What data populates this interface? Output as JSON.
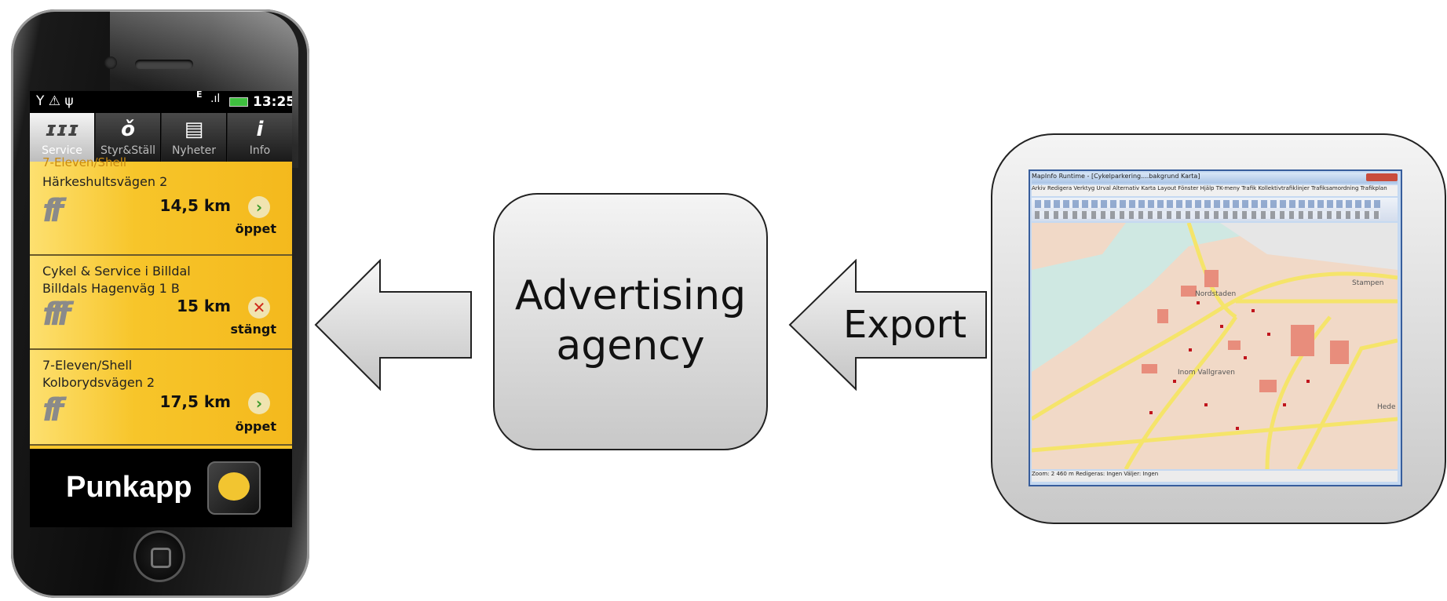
{
  "phone": {
    "status": {
      "time": "13:25",
      "network": "E"
    },
    "tabs": [
      {
        "label": "Service",
        "icon": "tools-icon"
      },
      {
        "label": "Styr&Ställ",
        "icon": "bicycle-icon"
      },
      {
        "label": "Nyheter",
        "icon": "news-icon"
      },
      {
        "label": "Info",
        "icon": "info-icon"
      }
    ],
    "partial_top": "7-Eleven/Shell",
    "items": [
      {
        "line1": "",
        "line2": "Härkeshultsvägen 2",
        "distance": "14,5 km",
        "status": "öppet",
        "status_symbol": "›"
      },
      {
        "line1": "Cykel & Service i Billdal",
        "line2": "Billdals Hagenväg 1 B",
        "distance": "15 km",
        "status": "stängt",
        "status_symbol": "✕"
      },
      {
        "line1": "7-Eleven/Shell",
        "line2": "Kolborydsvägen 2",
        "distance": "17,5 km",
        "status": "öppet",
        "status_symbol": "›"
      }
    ],
    "brand": "Punkapp"
  },
  "diagram": {
    "agency_label_line1": "Advertising",
    "agency_label_line2": "agency",
    "export_label": "Export"
  },
  "map_window": {
    "title": "MapInfo Runtime - [Cykelparkering....bakgrund Karta]",
    "menu": "Arkiv  Redigera  Verktyg  Urval  Alternativ  Karta  Layout  Fönster  Hjälp  TK-meny  Trafik  Kollektivtrafiklinjer  Trafiksamordning  Trafikplan",
    "labels": [
      "Nordstaden",
      "Inom Vallgraven",
      "Stampen",
      "Hede"
    ],
    "status": "Zoom: 2 460 m          Redigeras: Ingen          Väljer: Ingen"
  },
  "colors": {
    "phone_screen": "#f7c52a",
    "arrow_fill": "#d8d8d8",
    "map_road": "#f5e46a",
    "map_water": "#cfe8e2"
  }
}
